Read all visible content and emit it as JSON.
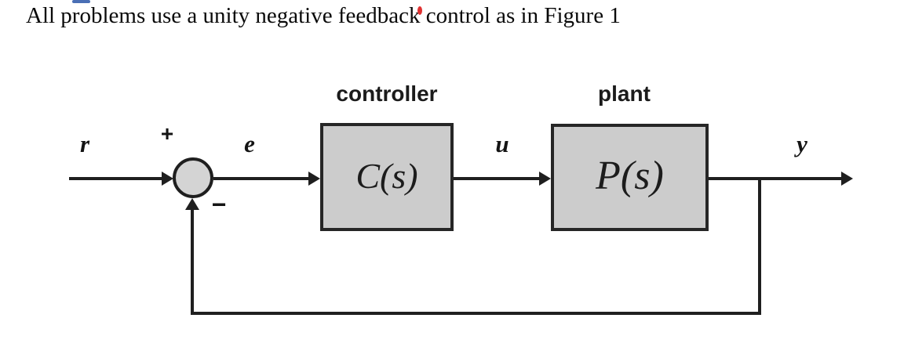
{
  "colors": {
    "text": "#0a0a0a",
    "line": "#1f1f1f",
    "block_fill": "#cccccc",
    "block_border": "#262626",
    "circle_fill": "#d4d4d4",
    "red_mark": "#e03131",
    "blue_artifact": "#4a6fb5"
  },
  "header": {
    "text": "All problems use a unity negative feedback control as in Figure 1"
  },
  "diagram": {
    "summing": {
      "plus": "+",
      "minus": "−"
    },
    "signals": {
      "input": "r",
      "error": "e",
      "control": "u",
      "output": "y"
    },
    "blocks": [
      {
        "title": "controller",
        "formula": "C(s)"
      },
      {
        "title": "plant",
        "formula": "P(s)"
      }
    ]
  }
}
